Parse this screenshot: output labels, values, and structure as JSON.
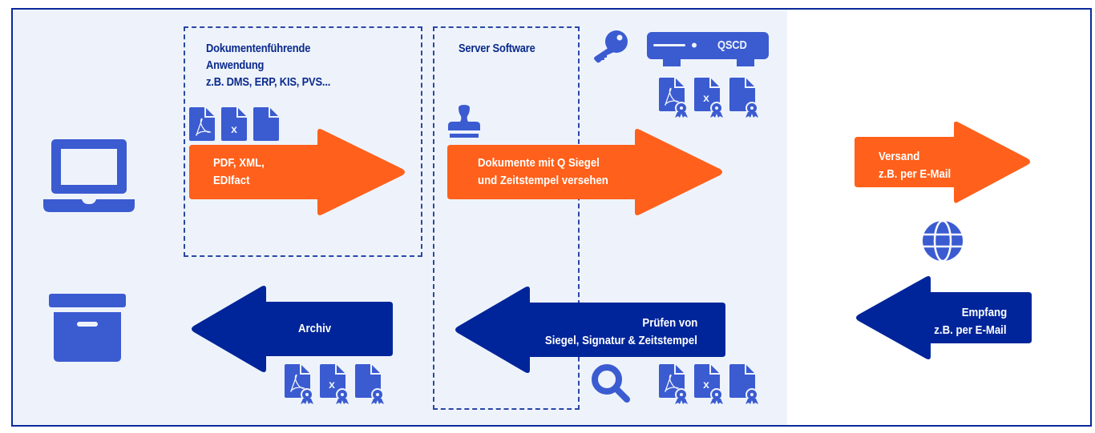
{
  "colors": {
    "accent_orange": "#ff601b",
    "dark_blue": "#00259a",
    "icon_blue": "#3b5bd1",
    "panel_bg": "#eef3fb",
    "border": "#0a2a9a"
  },
  "boxes": {
    "application": {
      "title_lines": [
        "Dokumentenführende",
        "Anwendung",
        "z.B. DMS, ERP, KIS, PVS..."
      ]
    },
    "server": {
      "title": "Server Software"
    }
  },
  "qscd": {
    "label": "QSCD"
  },
  "arrows": {
    "formats": {
      "lines": [
        "PDF, XML,",
        "EDIfact"
      ],
      "direction": "right"
    },
    "seal": {
      "lines": [
        "Dokumente mit Q Siegel",
        "und Zeitstempel versehen"
      ],
      "direction": "right"
    },
    "send": {
      "lines": [
        "Versand",
        "z.B. per E-Mail"
      ],
      "direction": "right"
    },
    "archive": {
      "lines": [
        "Archiv"
      ],
      "direction": "left"
    },
    "verify": {
      "lines": [
        "Prüfen von",
        "Siegel, Signatur & Zeitstempel"
      ],
      "direction": "left"
    },
    "receive": {
      "lines": [
        "Empfang",
        "z.B. per E-Mail"
      ],
      "direction": "left"
    }
  },
  "icons": {
    "laptop": "laptop-icon",
    "archive_box": "archive-box-icon",
    "key": "key-icon",
    "stamp": "stamp-icon",
    "globe": "globe-icon",
    "search": "search-icon",
    "documents": [
      "pdf-document-icon",
      "xml-document-icon",
      "generic-document-icon"
    ]
  },
  "doc_badges": {
    "x_letter": "x"
  }
}
